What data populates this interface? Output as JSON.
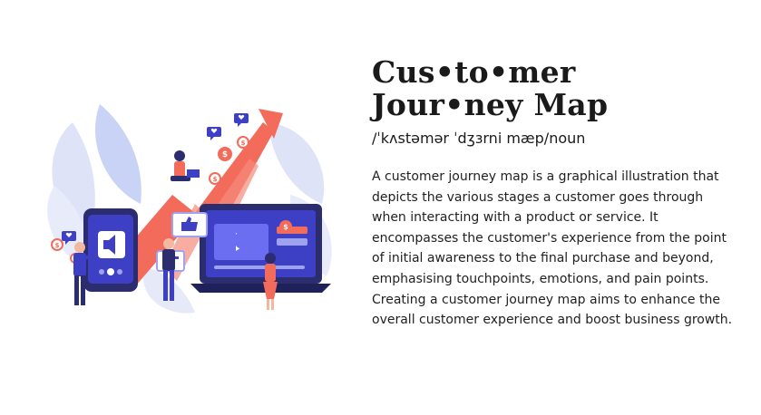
{
  "entry": {
    "title_line1": "Cus•to•mer",
    "title_line2": "Jour•ney Map",
    "pronunciation": "/ˈkʌstəmər ˈdʒɜrni mæp/noun",
    "definition": "A customer journey map is a graphical illustration that depicts the various stages a customer goes through when interacting with a product or service. It encompasses the customer's experience from the point of initial awareness to the final purchase and beyond, emphasising touchpoints, emotions, and pain points. Creating a customer journey map aims to enhance the overall customer experience and boost business growth."
  },
  "illustration": {
    "badge_symbol": "$",
    "colors": {
      "primary_blue": "#3d3fc4",
      "dark_navy": "#2b2d6e",
      "coral": "#f26b5b",
      "light_lavender": "#dfe3f7",
      "pale_blue": "#c9d3f5"
    },
    "icons": [
      "dollar-coin-icon",
      "like-bubble-icon",
      "thumbs-up-icon",
      "speaker-icon",
      "play-icon"
    ]
  }
}
